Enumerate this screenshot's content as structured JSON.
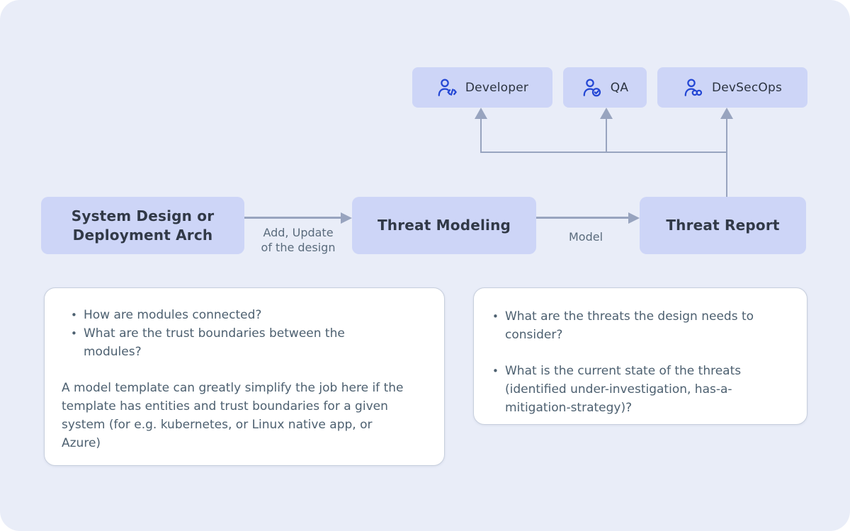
{
  "colors": {
    "canvas_bg": "#e9edf8",
    "node_fill": "#cdd5f7",
    "node_text": "#313947",
    "connector": "#98a4bf",
    "edge_label_text": "#5a6b7c",
    "card_bg": "#ffffff",
    "card_border": "#c7cfdd",
    "card_text": "#4d6070",
    "icon_blue": "#2447d4"
  },
  "personas": [
    {
      "label": "Developer",
      "icon": "person-code-icon"
    },
    {
      "label": "QA",
      "icon": "person-check-icon"
    },
    {
      "label": "DevSecOps",
      "icon": "person-infinity-icon"
    }
  ],
  "flow": {
    "nodes": [
      {
        "label": "System Design or Deployment Arch"
      },
      {
        "label": "Threat Modeling"
      },
      {
        "label": "Threat Report"
      }
    ],
    "edges": [
      {
        "label": "Add, Update\nof the design"
      },
      {
        "label": "Model"
      }
    ]
  },
  "cards": {
    "left": {
      "bullets": [
        "How are modules connected?",
        "What are the trust boundaries between the modules?"
      ],
      "paragraph": "A model template can greatly simplify the job here if the template has entities and trust boundaries for a given system (for e.g. kubernetes, or Linux native app, or Azure)"
    },
    "right": {
      "bullets": [
        "What are the threats the design needs to consider?",
        "What is the current state of the threats (identified under-investigation, has-a-mitigation-strategy)?"
      ]
    }
  }
}
